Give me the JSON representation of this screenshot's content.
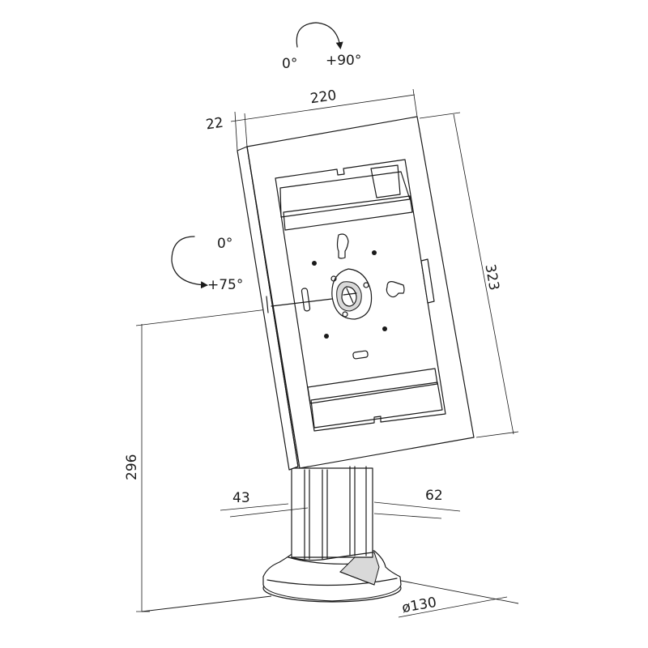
{
  "dimensions": {
    "width": "220",
    "depth": "22",
    "height_panel": "323",
    "height_total": "296",
    "pole_left": "43",
    "pole_right": "62",
    "base_diameter": "ø130"
  },
  "rotation": {
    "horizontal_start": "0°",
    "horizontal_end": "+90°",
    "tilt_start": "0°",
    "tilt_end": "+75°"
  }
}
